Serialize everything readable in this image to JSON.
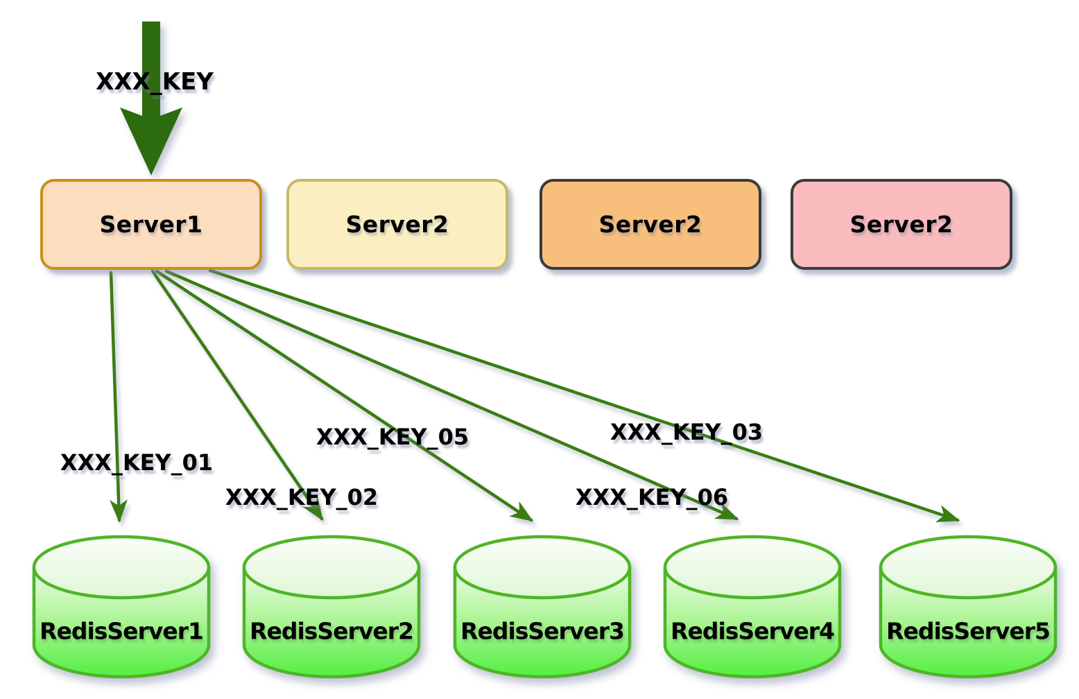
{
  "diagram": {
    "input_arrow": {
      "label": "XXX_KEY"
    },
    "servers": [
      {
        "label": "Server1",
        "fill": "#FCDEBE",
        "border": "#C98E1E"
      },
      {
        "label": "Server2",
        "fill": "#FBEFC2",
        "border": "#C9B961"
      },
      {
        "label": "Server2",
        "fill": "#F7BE7C",
        "border": "#3A3A3A"
      },
      {
        "label": "Server2",
        "fill": "#F9BBBD",
        "border": "#3A3A3A"
      }
    ],
    "redis_servers": [
      {
        "label": "RedisServer1"
      },
      {
        "label": "RedisServer2"
      },
      {
        "label": "RedisServer3"
      },
      {
        "label": "RedisServer4"
      },
      {
        "label": "RedisServer5"
      }
    ],
    "edges": [
      {
        "label": "XXX_KEY_01",
        "from": "Server1",
        "to": "RedisServer1"
      },
      {
        "label": "XXX_KEY_02",
        "from": "Server1",
        "to": "RedisServer2"
      },
      {
        "label": "XXX_KEY_05",
        "from": "Server1",
        "to": "RedisServer3"
      },
      {
        "label": "XXX_KEY_06",
        "from": "Server1",
        "to": "RedisServer4"
      },
      {
        "label": "XXX_KEY_03",
        "from": "Server1",
        "to": "RedisServer5"
      }
    ]
  },
  "colors": {
    "arrow_green": "#2D6B0F",
    "edge_green": "#3A7D12",
    "cyl_border": "#4EB526",
    "cyl_top_light": "#FBFEFA",
    "cyl_top_dark": "#DFF7D6",
    "cyl_body_top": "#EEFBE8",
    "cyl_body_bottom": "#55EE44",
    "server1_fill": "#FCDEBE",
    "server1_border": "#C98E1E",
    "server2a_fill": "#FBEFC2",
    "server2a_border": "#C9B961",
    "server2b_fill": "#F7BE7C",
    "server2b_border": "#3A3A3A",
    "server2c_fill": "#F9BBBD",
    "server2c_border": "#3A3A3A"
  }
}
